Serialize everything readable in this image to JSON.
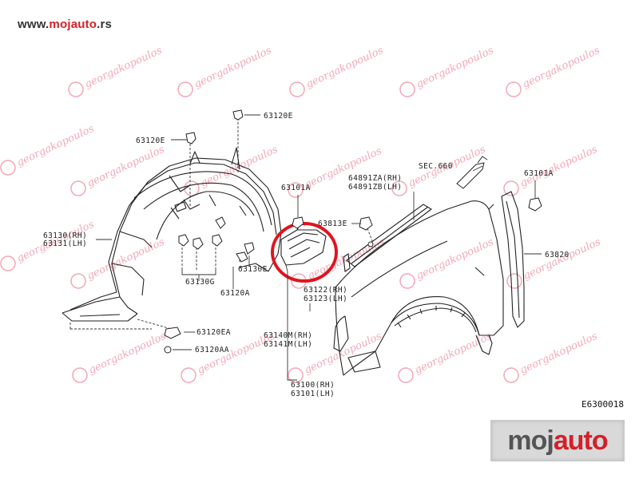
{
  "header": {
    "url_prefix": "www.",
    "url_brand": "mojauto",
    "url_suffix": ".rs"
  },
  "watermark": {
    "text": "georgakopoulos"
  },
  "parts": [
    {
      "id": "63120e-top",
      "text": "63120E"
    },
    {
      "id": "63120e-left",
      "text": "63120E"
    },
    {
      "id": "63130",
      "text": "63130(RH)"
    },
    {
      "id": "63131",
      "text": "63131(LH)"
    },
    {
      "id": "63130g",
      "text": "63130G"
    },
    {
      "id": "63120a",
      "text": "63120A"
    },
    {
      "id": "63130e",
      "text": "63130E"
    },
    {
      "id": "63120ea",
      "text": "63120EA"
    },
    {
      "id": "63120aa",
      "text": "63120AA"
    },
    {
      "id": "63101a-mid",
      "text": "63101A"
    },
    {
      "id": "63813e",
      "text": "63813E"
    },
    {
      "id": "64891za",
      "text": "64891ZA(RH)"
    },
    {
      "id": "64891zb",
      "text": "64891ZB(LH)"
    },
    {
      "id": "sec660",
      "text": "SEC.660"
    },
    {
      "id": "63101a-right",
      "text": "63101A"
    },
    {
      "id": "63820",
      "text": "63820"
    },
    {
      "id": "63122",
      "text": "63122(RH)"
    },
    {
      "id": "63123",
      "text": "63123(LH)"
    },
    {
      "id": "63140m",
      "text": "63140M(RH)"
    },
    {
      "id": "63141m",
      "text": "63141M(LH)"
    },
    {
      "id": "63100",
      "text": "63100(RH)"
    },
    {
      "id": "63101",
      "text": "63101(LH)"
    }
  ],
  "diagram_code": "E6300018",
  "brand_logo": {
    "left": "moj",
    "right": "auto"
  },
  "colors": {
    "highlight": "#e0141e",
    "brand_red": "#d4202a",
    "watermark": "#ef8aa0"
  }
}
